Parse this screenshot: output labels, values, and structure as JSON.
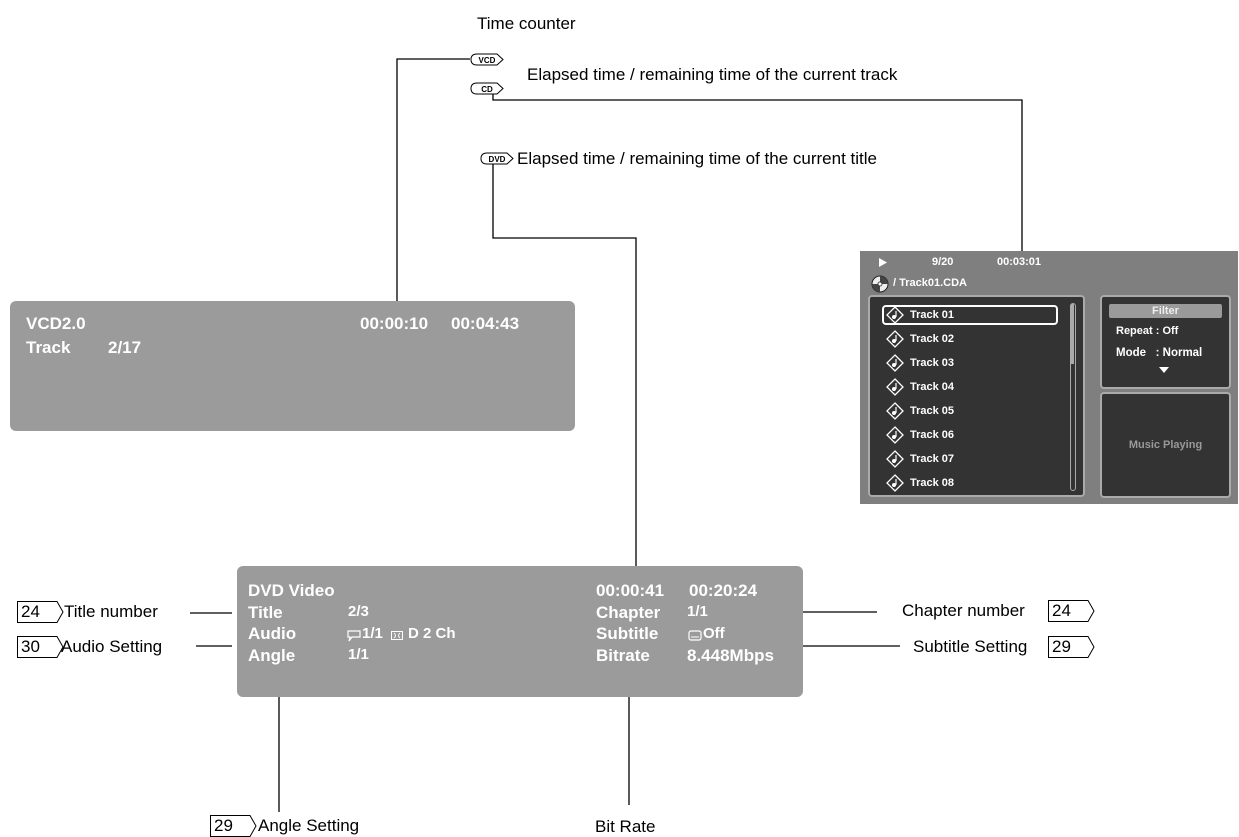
{
  "labels": {
    "time_counter": "Time counter",
    "vcd_badge": "VCD",
    "cd_badge": "CD",
    "dvd_badge": "DVD",
    "cd_elapsed": "Elapsed time / remaining time of the current track",
    "dvd_elapsed": "Elapsed time / remaining time of the current title",
    "title_number": "Title number",
    "audio_setting": "Audio Setting",
    "chapter_number": "Chapter number",
    "subtitle_setting": "Subtitle Setting",
    "angle_setting": "Angle Setting",
    "bit_rate": "Bit Rate"
  },
  "refs": {
    "title": "24",
    "audio": "30",
    "chapter": "24",
    "subtitle": "29",
    "angle": "29"
  },
  "vcd_osd": {
    "format": "VCD2.0",
    "elapsed": "00:00:10",
    "remaining": "00:04:43",
    "track_label": "Track",
    "track_value": "2/17"
  },
  "dvd_osd": {
    "format": "DVD Video",
    "elapsed": "00:00:41",
    "remaining": "00:20:24",
    "title_label": "Title",
    "title_value": "2/3",
    "audio_label": "Audio",
    "audio_value": "1/1",
    "audio_extra": "D 2 Ch",
    "angle_label": "Angle",
    "angle_value": "1/1",
    "chapter_label": "Chapter",
    "chapter_value": "1/1",
    "subtitle_label": "Subtitle",
    "subtitle_value": "Off",
    "bitrate_label": "Bitrate",
    "bitrate_value": "8.448Mbps"
  },
  "cd_screen": {
    "play_icon": "play-icon",
    "track_counter": "9/20",
    "time": "00:03:01",
    "path": "/ Track01.CDA",
    "tracks": [
      "Track 01",
      "Track 02",
      "Track 03",
      "Track 04",
      "Track 05",
      "Track 06",
      "Track 07",
      "Track 08"
    ],
    "filter_label": "Filter",
    "repeat": "Repeat : Off",
    "mode": "Mode   : Normal",
    "music_playing": "Music Playing"
  }
}
